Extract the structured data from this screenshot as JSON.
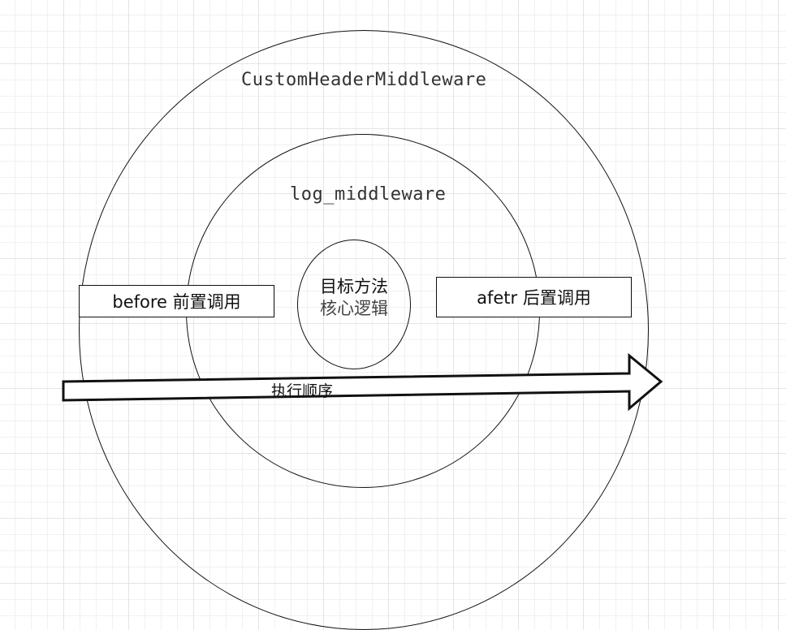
{
  "diagram": {
    "outer_layer": {
      "label": "CustomHeaderMiddleware"
    },
    "inner_layer": {
      "label": "log_middleware"
    },
    "core": {
      "line1": "目标方法",
      "line2": "核心逻辑"
    },
    "before_box": {
      "label": "before 前置调用"
    },
    "after_box": {
      "label": "afetr 后置调用"
    },
    "arrow": {
      "label": "执行顺序"
    },
    "colors": {
      "stroke": "#111111",
      "grid": "#e4e4e4",
      "background": "#ffffff"
    }
  }
}
